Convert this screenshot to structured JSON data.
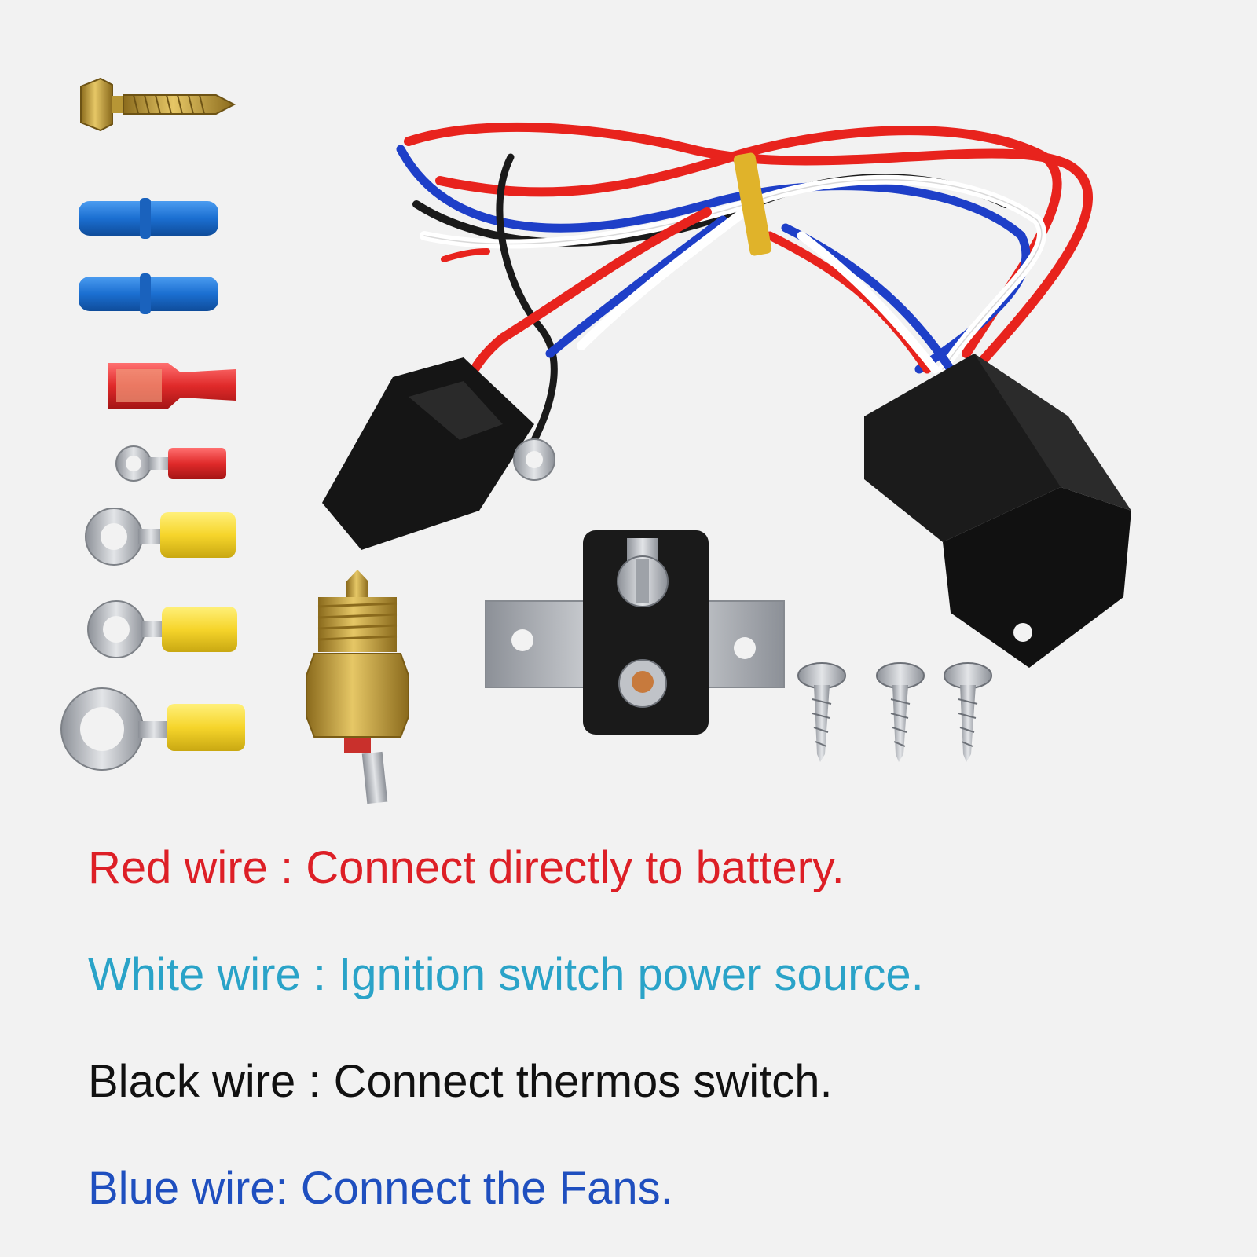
{
  "captions": [
    {
      "label": "Red wire :",
      "text": "Connect directly to battery.",
      "label_color": "#dd1f26",
      "text_color": "#dd1f26"
    },
    {
      "label": "White wire :",
      "text": "Ignition switch power source.",
      "label_color": "#2aa3c8",
      "text_color": "#2aa3c8"
    },
    {
      "label": "Black wire :",
      "text": "Connect thermos switch.",
      "label_color": "#111111",
      "text_color": "#111111"
    },
    {
      "label": "Blue wire:",
      "text": "Connect the Fans.",
      "label_color": "#1f4fbf",
      "text_color": "#1f4fbf"
    }
  ],
  "colors": {
    "background": "#f2f2f2",
    "wire_red": "#e8231d",
    "wire_white": "#ffffff",
    "wire_black": "#1a1a1a",
    "wire_blue": "#1e3fc8",
    "terminal_blue": "#1b6fd1",
    "terminal_red": "#e02a2a",
    "terminal_yellow": "#f6d52b",
    "brass": "#c9a43a",
    "metal": "#b9bcc2",
    "relay_black": "#151515",
    "tie": "#e0b32a"
  },
  "items": [
    "self-tapping-screw-icon",
    "blue-butt-connector-icon",
    "blue-butt-connector-icon",
    "red-spade-terminal-icon",
    "red-ring-terminal-icon",
    "yellow-ring-terminal-icon",
    "yellow-ring-terminal-icon",
    "yellow-ring-terminal-icon",
    "thermostat-switch-icon",
    "circuit-breaker-icon",
    "mounting-screw-icon",
    "relay-icon",
    "wiring-harness-icon"
  ]
}
